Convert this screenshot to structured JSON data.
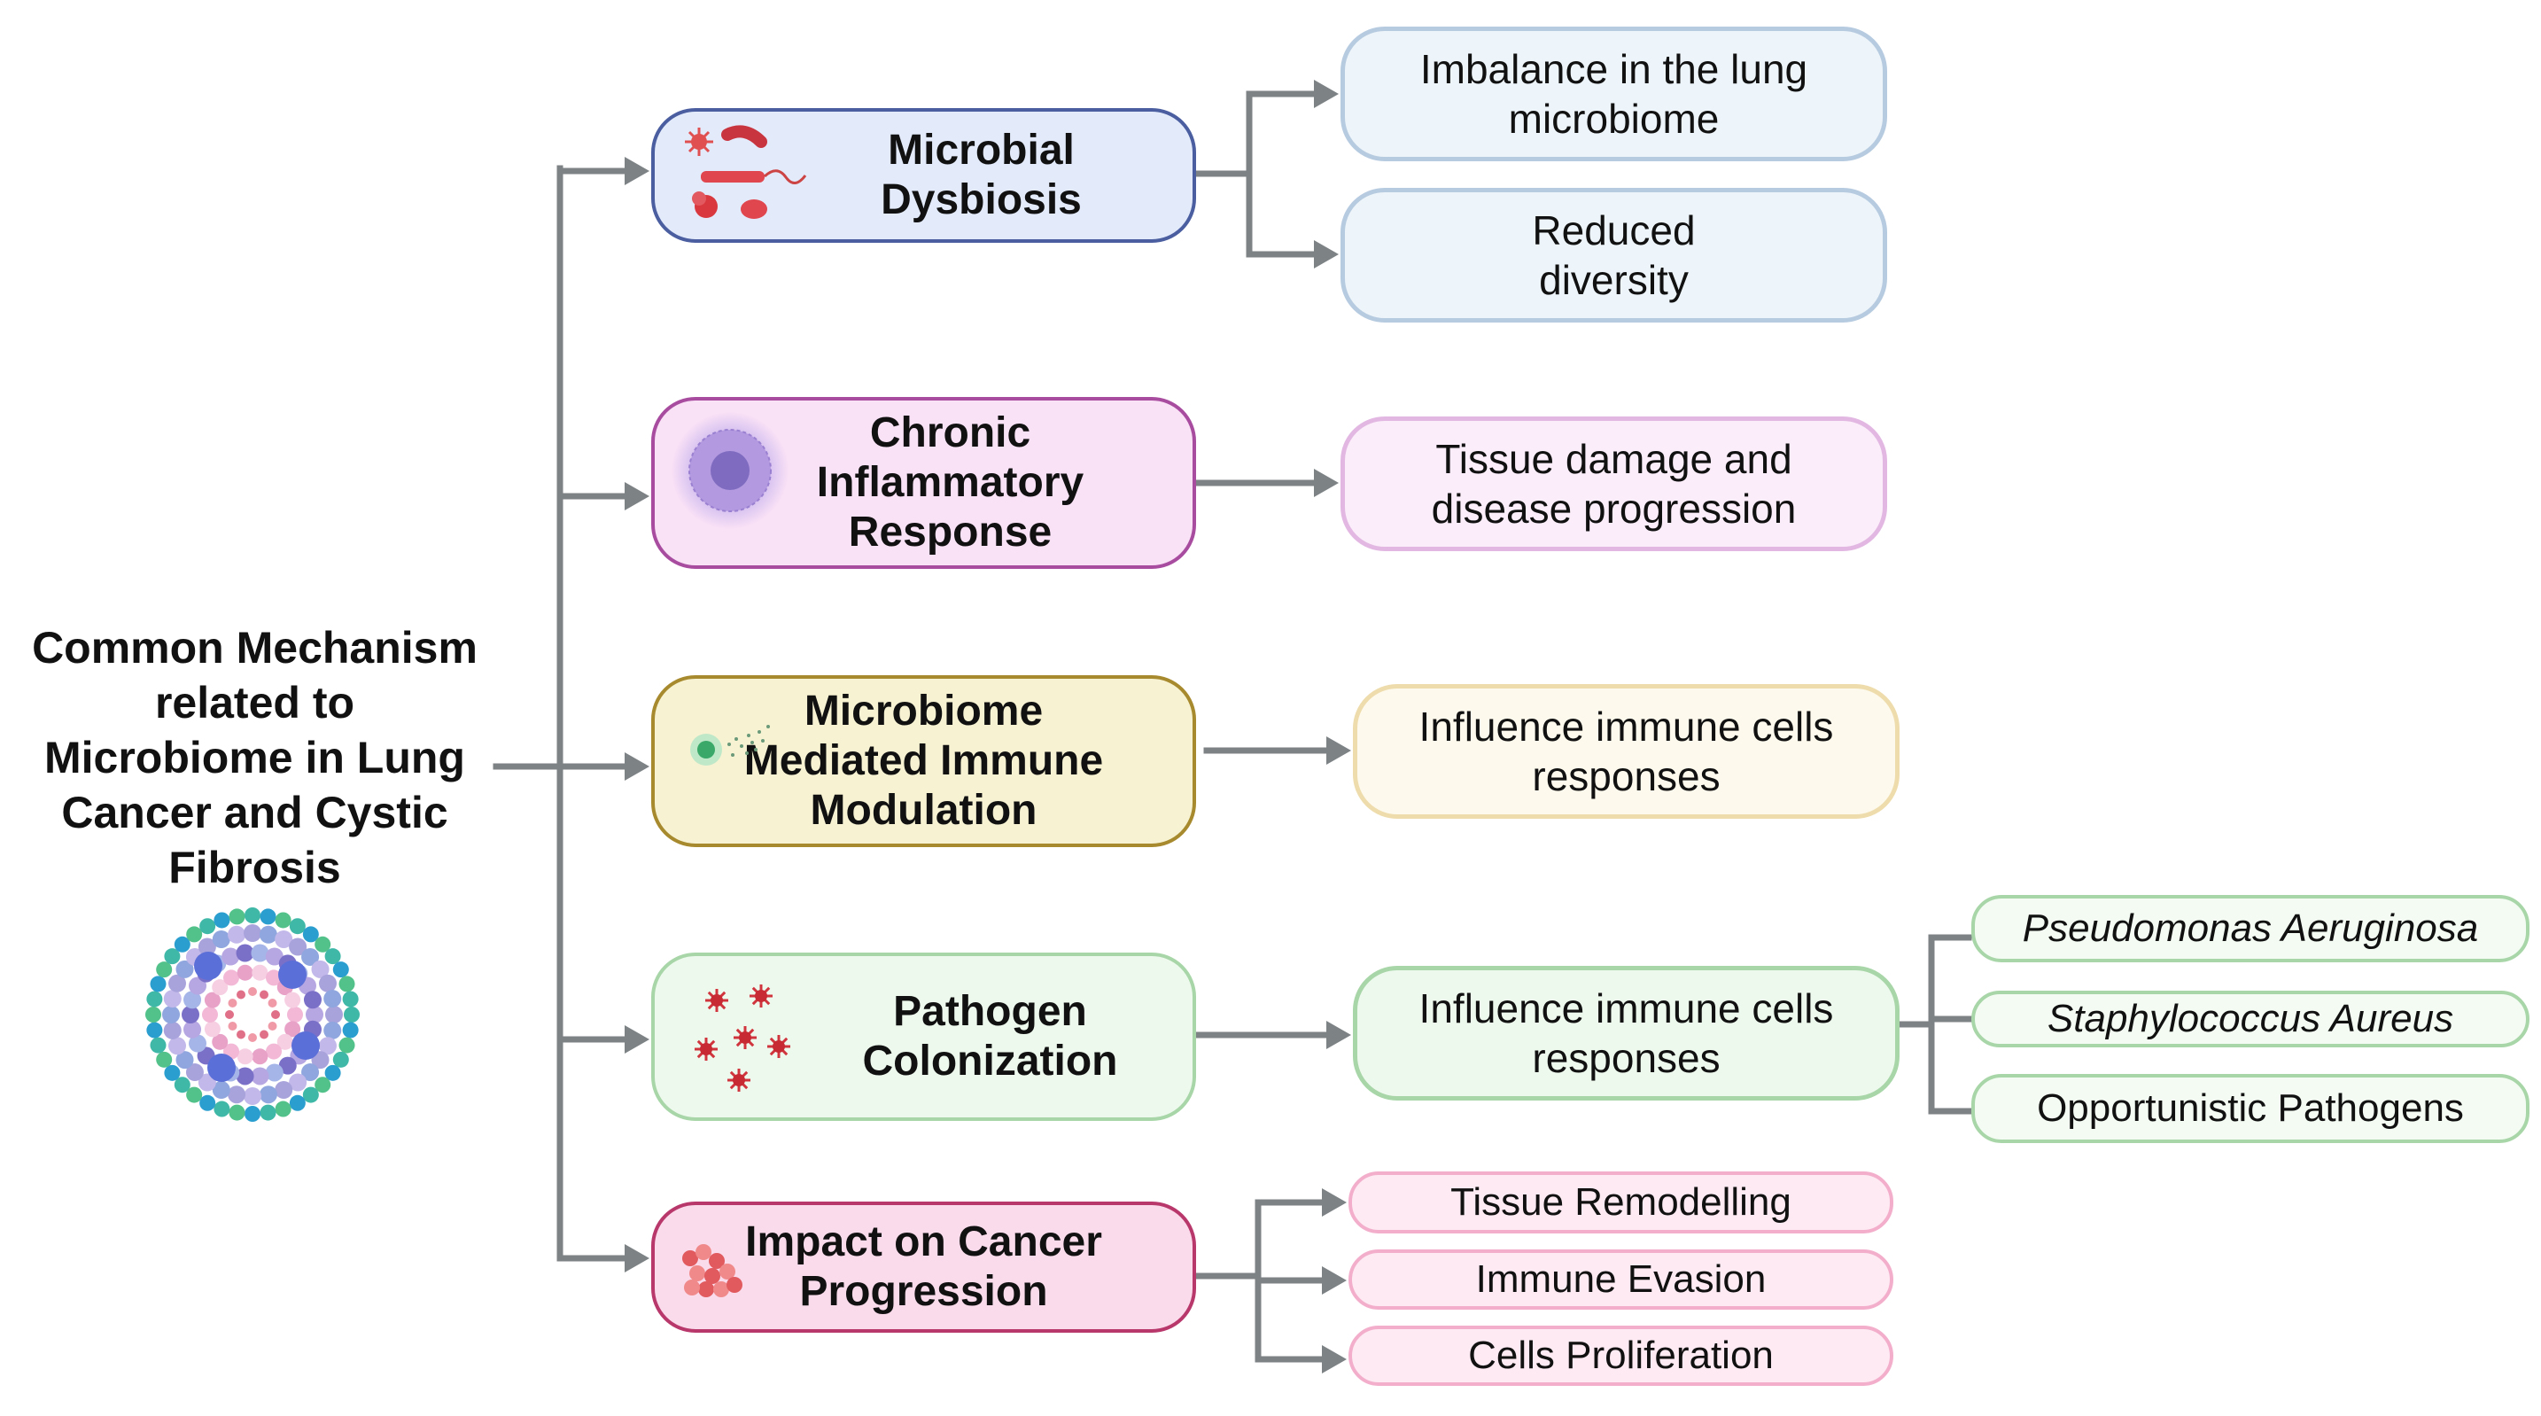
{
  "root": {
    "title": "Common Mechanism\nrelated to\nMicrobiome in Lung\nCancer and Cystic\nFibrosis",
    "icon": "lung-tissue-cross-section-icon"
  },
  "mechanisms": [
    {
      "label": "Microbial\nDysbiosis",
      "icon": "bacteria-cluster-icon",
      "fill": "#e3ebfb",
      "border": "#4a5ea0",
      "effects": [
        {
          "label": "Imbalance in the lung\nmicrobiome",
          "fill": "#eef5fa",
          "border": "#b7cbe0"
        },
        {
          "label": "Reduced\ndiversity",
          "fill": "#eef5fa",
          "border": "#b7cbe0"
        }
      ]
    },
    {
      "label": "Chronic\nInflammatory\nResponse",
      "icon": "immune-cell-icon",
      "fill": "#f9e1f6",
      "border": "#a84ca0",
      "effects": [
        {
          "label": "Tissue damage and\ndisease progression",
          "fill": "#fbeefa",
          "border": "#e2b8e2"
        }
      ]
    },
    {
      "label": "Microbiome\nMediated Immune\nModulation",
      "icon": "secreting-cell-icon",
      "fill": "#f6f2d2",
      "border": "#a88a2e",
      "effects": [
        {
          "label": "Influence immune cells\nresponses",
          "fill": "#fdf9ec",
          "border": "#eedcac"
        }
      ]
    },
    {
      "label": "Pathogen\nColonization",
      "icon": "virus-particles-icon",
      "fill": "#eef9ee",
      "border": "#a8d6a8",
      "effects": [
        {
          "label": "Influence immune cells\nresponses",
          "fill": "#eef9ee",
          "border": "#a8d6a8"
        }
      ],
      "pathogens": [
        {
          "label": "Pseudomonas Aeruginosa",
          "italic": true
        },
        {
          "label": "Staphylococcus Aureus",
          "italic": true
        },
        {
          "label": "Opportunistic Pathogens",
          "italic": false
        }
      ],
      "pathogen_fill": "#f3fbf3",
      "pathogen_border": "#a8d6a8"
    },
    {
      "label": "Impact on Cancer\nProgression",
      "icon": "tumor-cells-icon",
      "fill": "#fadbeb",
      "border": "#b8386c",
      "effects": [
        {
          "label": "Tissue Remodelling",
          "fill": "#fdeaf2",
          "border": "#f2aecb"
        },
        {
          "label": "Immune Evasion",
          "fill": "#fdeaf2",
          "border": "#f2aecb"
        },
        {
          "label": "Cells Proliferation",
          "fill": "#fdeaf2",
          "border": "#f2aecb"
        }
      ]
    }
  ],
  "connector_color": "#7d8285"
}
